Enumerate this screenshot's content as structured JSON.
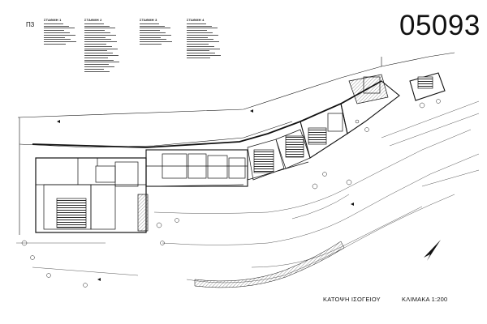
{
  "sheet": {
    "number": "05093",
    "panel_label": "Π3",
    "drawing_title": "ΚΑΤΟΨΗ ΙΣΟΓΕΙΟΥ",
    "scale": "ΚΛΙΜΑΚΑ 1:200"
  },
  "legend": {
    "columns": [
      {
        "heading": "ΣΤΑΘΜΗ 1",
        "lines": 10
      },
      {
        "heading": "ΣΤΑΘΜΗ 2",
        "lines": 22
      },
      {
        "heading": "ΣΤΑΘΜΗ 3",
        "lines": 10
      },
      {
        "heading": "ΣΤΑΘΜΗ 4",
        "lines": 16
      }
    ]
  },
  "colors": {
    "ink": "#111111",
    "hatch": "#333333",
    "paper": "#ffffff"
  },
  "icons": {
    "north_arrow": "north-arrow-icon"
  }
}
